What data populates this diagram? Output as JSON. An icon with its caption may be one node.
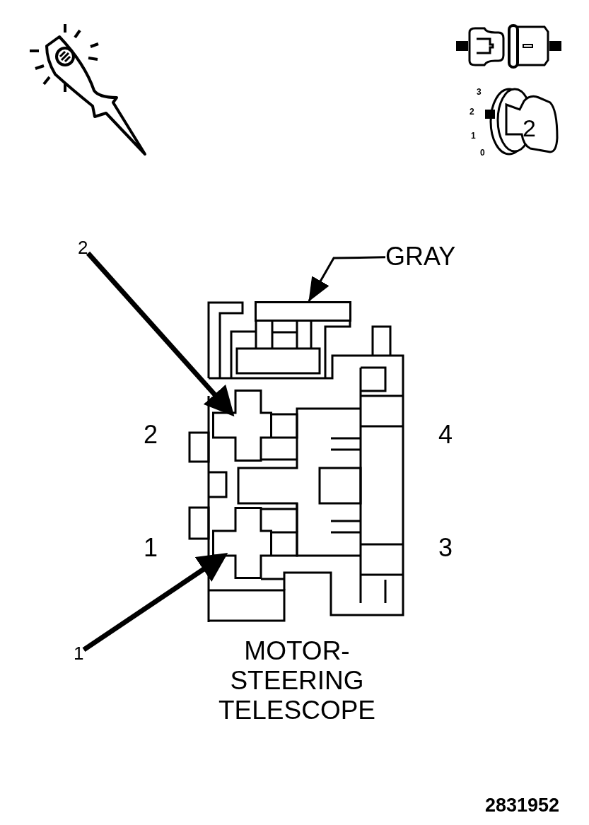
{
  "diagram": {
    "caption": "MOTOR- STEERING TELESCOPE",
    "nodes": [
      {
        "text": [
          "GRAY"
        ]
      },
      {
        "text": [],
        "shape": "box"
      },
      {
        "text": [
          "2"
        ]
      },
      {
        "text": [],
        "shape": "cross"
      },
      {
        "text": [
          "1"
        ]
      },
      {
        "text": [],
        "shape": "cross"
      }
    ],
    "edges": [
      {
        "from": 0,
        "to": 1,
        "arrow": "to"
      },
      {
        "from": 2,
        "to": 3,
        "arrow": "to"
      },
      {
        "from": 4,
        "to": 5,
        "arrow": "to"
      }
    ],
    "labels": [
      "3",
      "2",
      "1",
      "0",
      "2",
      "2",
      "4",
      "1",
      "3",
      "2831952"
    ]
  }
}
